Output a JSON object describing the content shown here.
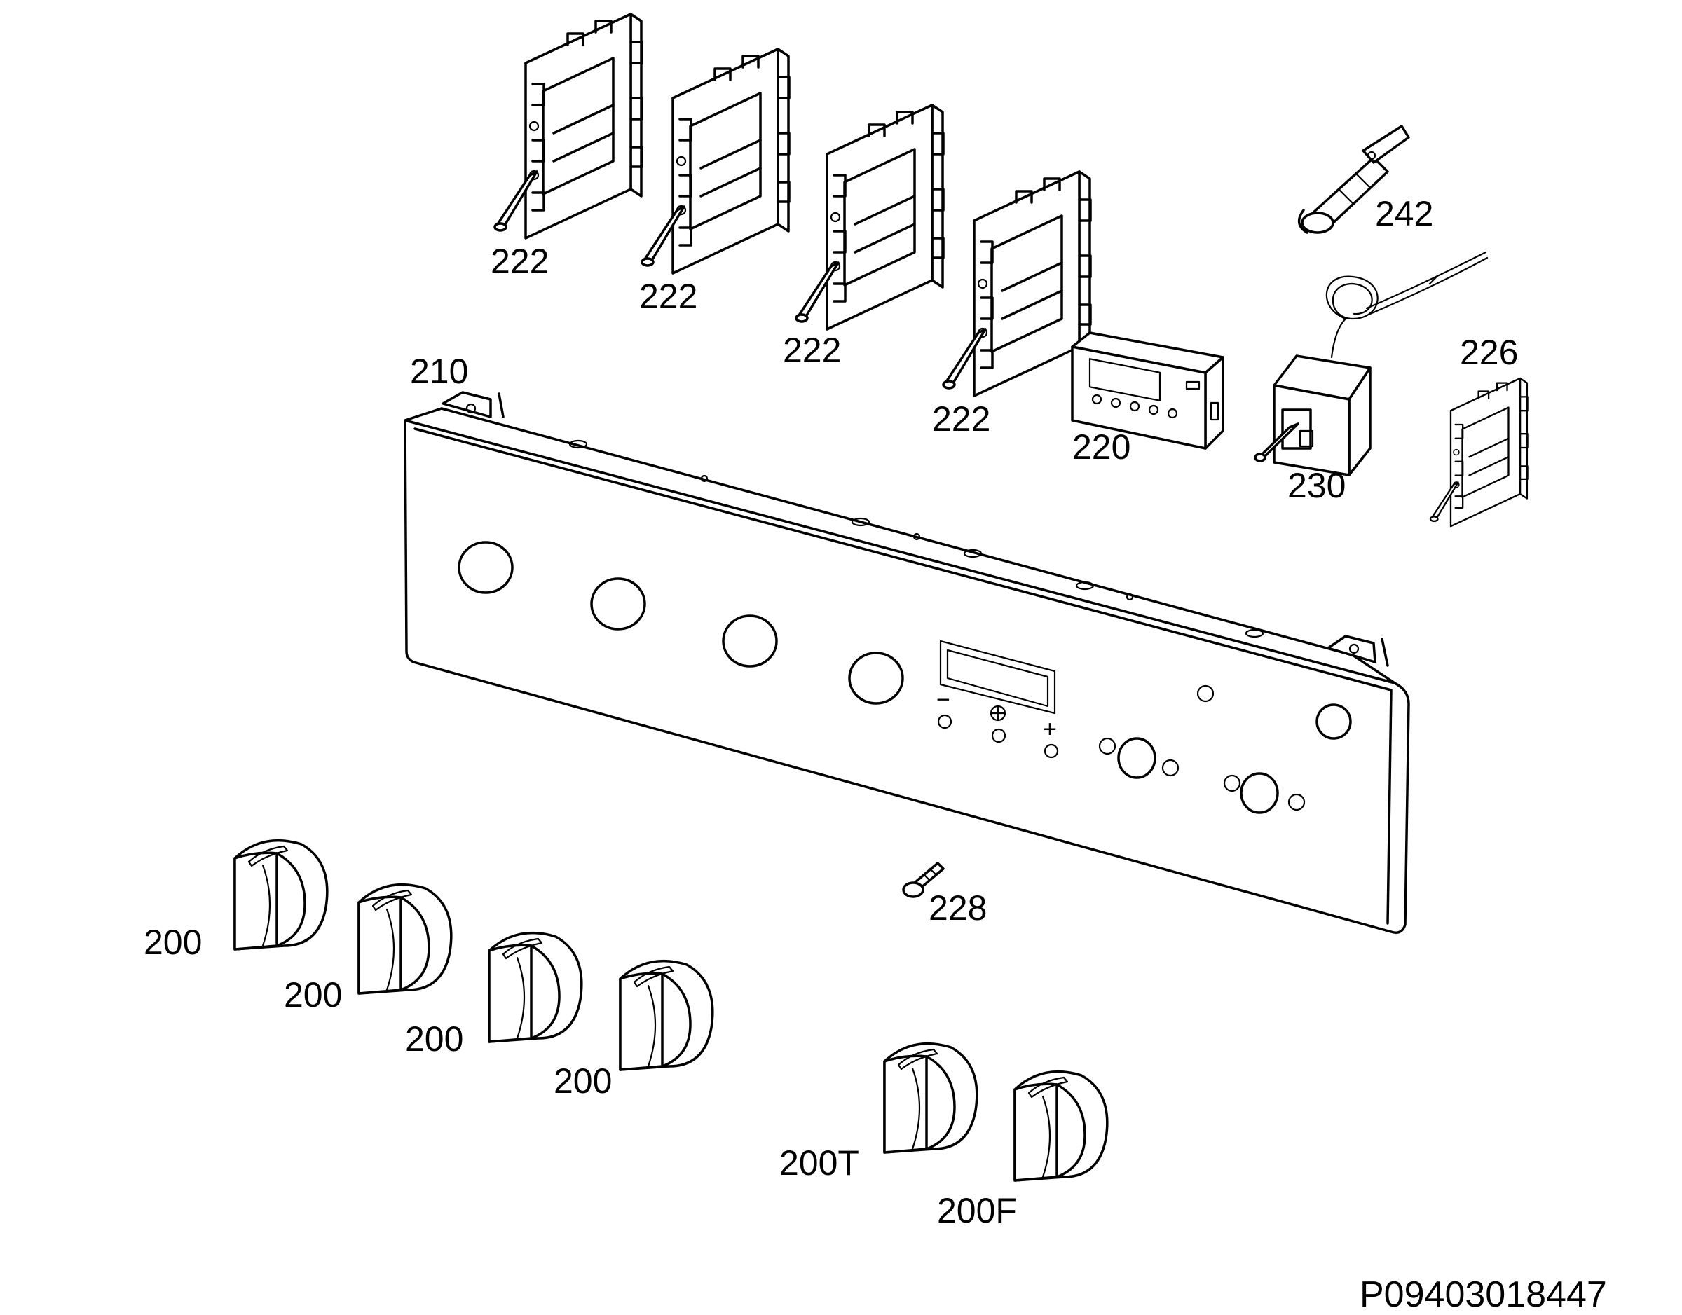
{
  "diagram": {
    "labels": {
      "switch_1": "222",
      "switch_2": "222",
      "switch_3": "222",
      "switch_4": "222",
      "thermocouple": "242",
      "switch_226": "226",
      "control_panel": "210",
      "timer": "220",
      "thermostat": "230",
      "screw": "228",
      "knob_1": "200",
      "knob_2": "200",
      "knob_3": "200",
      "knob_4": "200",
      "knob_thermostat": "200T",
      "knob_function": "200F"
    },
    "panel_symbols": {
      "minus": "−",
      "plus": "+"
    },
    "document_id": "P09403018447"
  }
}
